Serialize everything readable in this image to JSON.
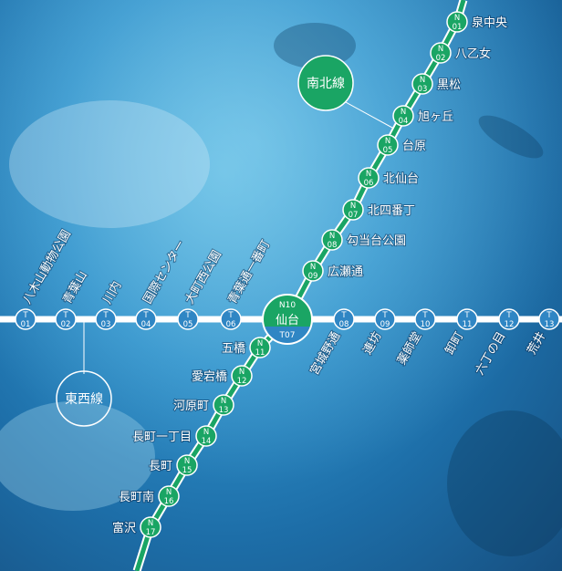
{
  "colors": {
    "line_green": "#1aa564",
    "line_white": "#ffffff",
    "water": "#2e8fc9"
  },
  "lines": {
    "namboku": {
      "label": "南北線"
    },
    "tozai": {
      "label": "東西線"
    }
  },
  "interchange": {
    "code_top": "N10",
    "name": "仙台",
    "code_bottom": "T07"
  },
  "namboku_stations": [
    {
      "prefix": "N",
      "num": "01",
      "name": "泉中央"
    },
    {
      "prefix": "N",
      "num": "02",
      "name": "八乙女"
    },
    {
      "prefix": "N",
      "num": "03",
      "name": "黒松"
    },
    {
      "prefix": "N",
      "num": "04",
      "name": "旭ヶ丘"
    },
    {
      "prefix": "N",
      "num": "05",
      "name": "台原"
    },
    {
      "prefix": "N",
      "num": "06",
      "name": "北仙台"
    },
    {
      "prefix": "N",
      "num": "07",
      "name": "北四番丁"
    },
    {
      "prefix": "N",
      "num": "08",
      "name": "勾当台公園"
    },
    {
      "prefix": "N",
      "num": "09",
      "name": "広瀬通"
    },
    {
      "prefix": "N",
      "num": "11",
      "name": "五橋"
    },
    {
      "prefix": "N",
      "num": "12",
      "name": "愛宕橋"
    },
    {
      "prefix": "N",
      "num": "13",
      "name": "河原町"
    },
    {
      "prefix": "N",
      "num": "14",
      "name": "長町一丁目"
    },
    {
      "prefix": "N",
      "num": "15",
      "name": "長町"
    },
    {
      "prefix": "N",
      "num": "16",
      "name": "長町南"
    },
    {
      "prefix": "N",
      "num": "17",
      "name": "富沢"
    }
  ],
  "tozai_stations": [
    {
      "prefix": "T",
      "num": "01",
      "name": "八木山動物公園"
    },
    {
      "prefix": "T",
      "num": "02",
      "name": "青葉山"
    },
    {
      "prefix": "T",
      "num": "03",
      "name": "川内"
    },
    {
      "prefix": "T",
      "num": "04",
      "name": "国際センター"
    },
    {
      "prefix": "T",
      "num": "05",
      "name": "大町西公園"
    },
    {
      "prefix": "T",
      "num": "06",
      "name": "青葉通一番町"
    },
    {
      "prefix": "T",
      "num": "08",
      "name": "宮城野通"
    },
    {
      "prefix": "T",
      "num": "09",
      "name": "連坊"
    },
    {
      "prefix": "T",
      "num": "10",
      "name": "薬師堂"
    },
    {
      "prefix": "T",
      "num": "11",
      "name": "卸町"
    },
    {
      "prefix": "T",
      "num": "12",
      "name": "六丁の目"
    },
    {
      "prefix": "T",
      "num": "13",
      "name": "荒井"
    }
  ]
}
